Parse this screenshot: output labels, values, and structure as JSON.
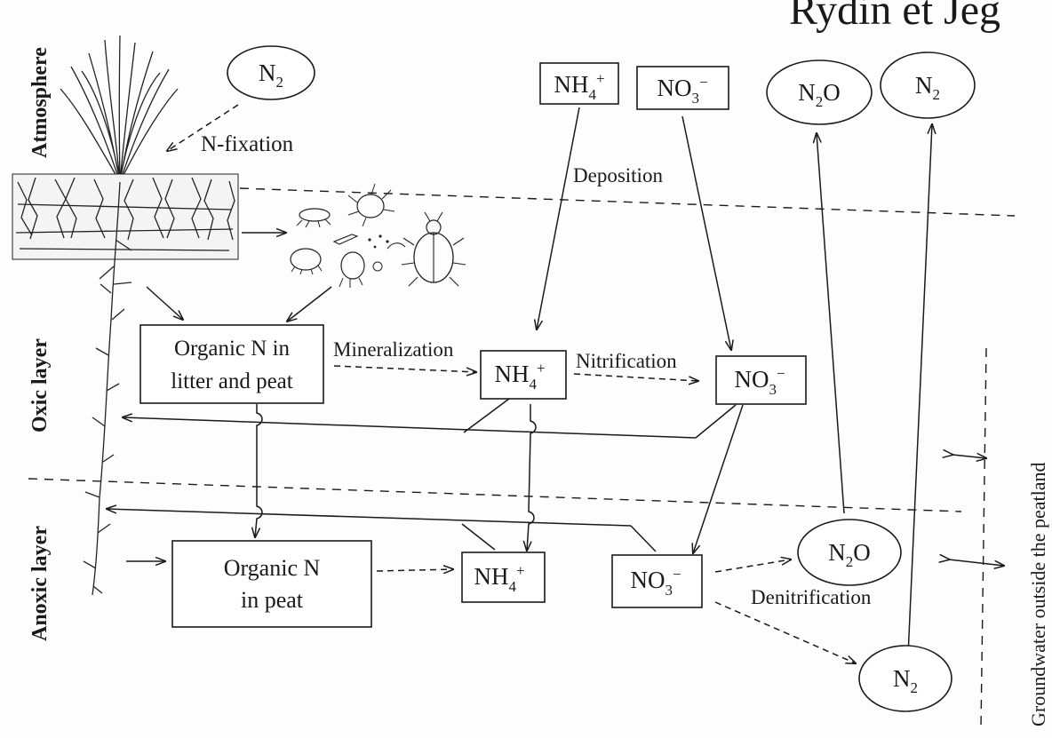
{
  "header": {
    "citation": "Rydin et Jeg"
  },
  "layers": {
    "atmosphere": "Atmosphere",
    "oxic": "Oxic layer",
    "anoxic": "Anoxic layer",
    "groundwater": "Groundwater outside the peatland"
  },
  "species": {
    "n2_top_left": {
      "base": "N",
      "sub": "2"
    },
    "nh4_top": {
      "base": "NH",
      "sub": "4",
      "sup": "+"
    },
    "no3_top": {
      "base": "NO",
      "sub": "3",
      "sup": "−"
    },
    "n2o_top": {
      "base": "N",
      "sub": "2",
      "tail": "O"
    },
    "n2_top_right": {
      "base": "N",
      "sub": "2"
    },
    "nh4_oxic": {
      "base": "NH",
      "sub": "4",
      "sup": "+"
    },
    "no3_oxic": {
      "base": "NO",
      "sub": "3",
      "sup": "−"
    },
    "nh4_anoxic": {
      "base": "NH",
      "sub": "4",
      "sup": "+"
    },
    "no3_anoxic": {
      "base": "NO",
      "sub": "3",
      "sup": "−"
    },
    "n2o_anoxic": {
      "base": "N",
      "sub": "2",
      "tail": "O"
    },
    "n2_anoxic": {
      "base": "N",
      "sub": "2"
    }
  },
  "boxes": {
    "organic_oxic_line1": "Organic N in",
    "organic_oxic_line2": "litter and peat",
    "organic_anoxic_line1": "Organic N",
    "organic_anoxic_line2": "in peat"
  },
  "processes": {
    "fixation": "N-fixation",
    "deposition": "Deposition",
    "mineralization": "Mineralization",
    "nitrification": "Nitrification",
    "denitrification": "Denitrification"
  },
  "icons": {
    "plant": "plant-with-roots-icon",
    "fauna": "soil-fauna-icon"
  }
}
